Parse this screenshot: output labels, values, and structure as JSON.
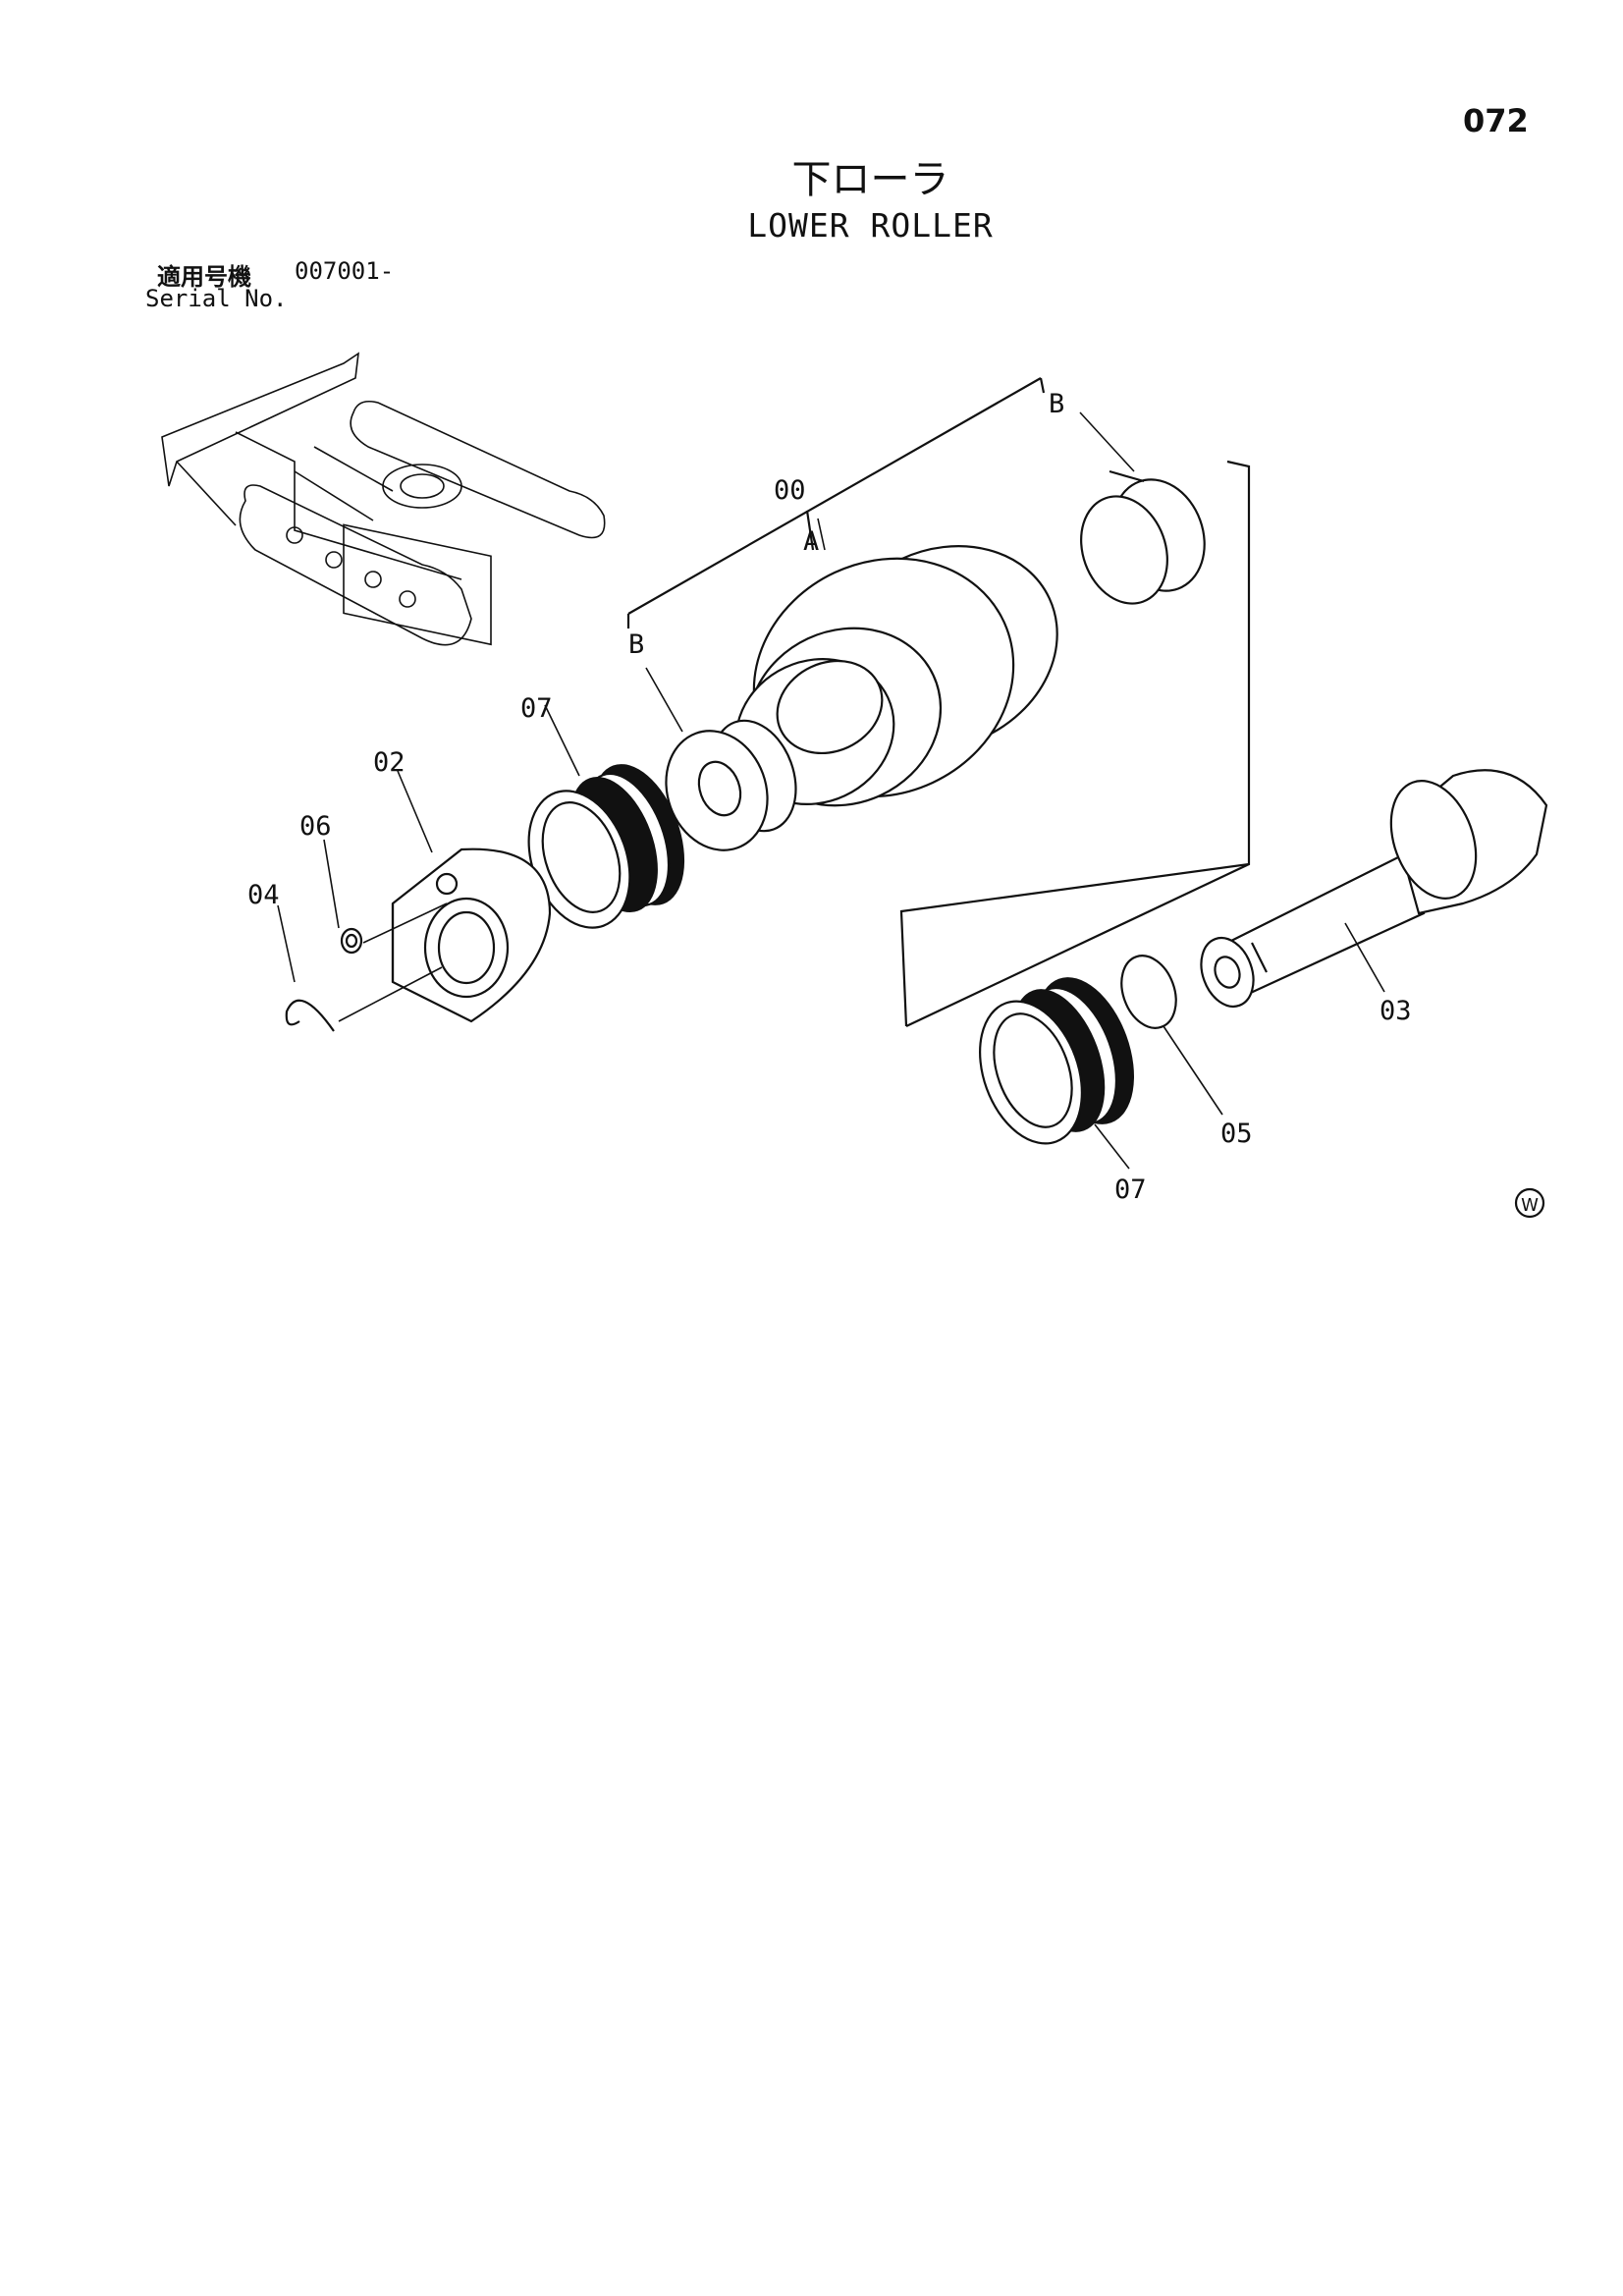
{
  "page_number": "072",
  "title_jp": "下ローラ",
  "title_en": "LOWER ROLLER",
  "serial": {
    "label_jp": "適用号機",
    "value": "007001-",
    "label_en": "Serial No."
  },
  "callouts": {
    "c00": "00",
    "cA": "A",
    "cB_top": "B",
    "cB_left": "B",
    "c07_top": "07",
    "c02": "02",
    "c06": "06",
    "c04": "04",
    "c03": "03",
    "c05": "05",
    "c07_bottom": "07"
  },
  "watermark": "W"
}
